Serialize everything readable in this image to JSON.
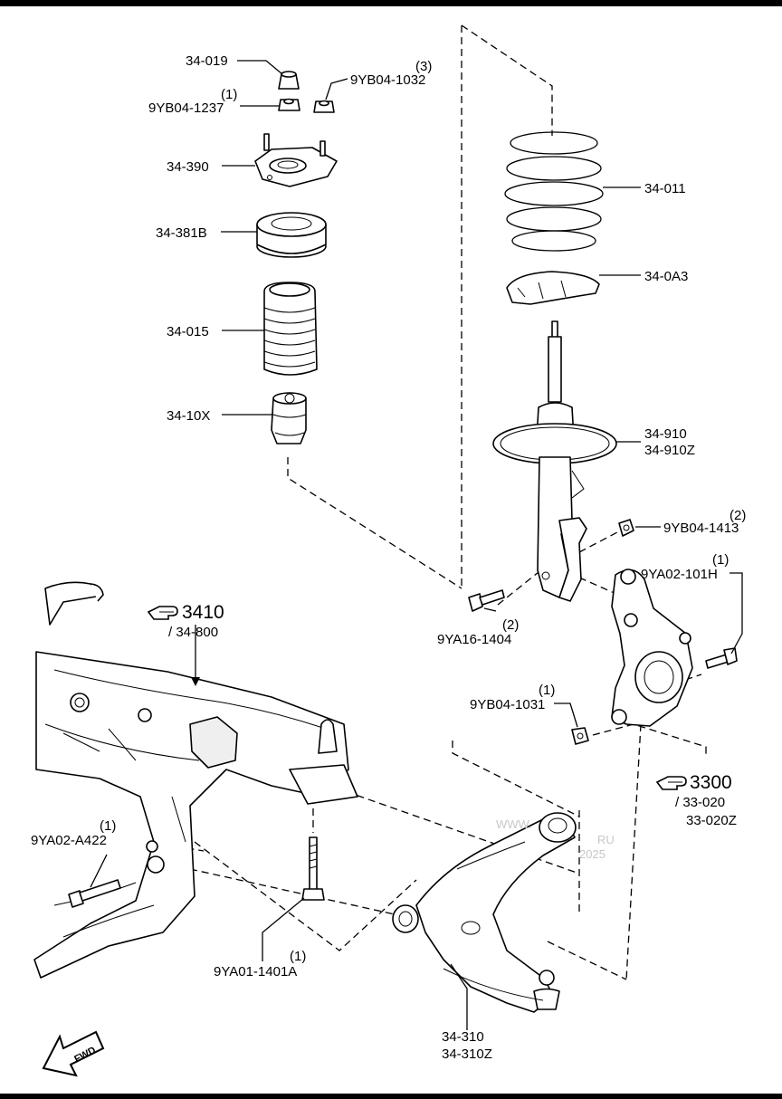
{
  "parts": {
    "p34_019": "34-019",
    "p9yb04_1032_qty": "(3)",
    "p9yb04_1032": "9YB04-1032",
    "p9yb04_1237_qty": "(1)",
    "p9yb04_1237": "9YB04-1237",
    "p34_390": "34-390",
    "p34_381b": "34-381B",
    "p34_015": "34-015",
    "p34_10x": "34-10X",
    "p34_011": "34-011",
    "p34_0a3": "34-0A3",
    "p34_910": "34-910",
    "p34_910z": "34-910Z",
    "p9yb04_1413_qty": "(2)",
    "p9yb04_1413": "9YB04-1413",
    "p9ya02_101h_qty": "(1)",
    "p9ya02_101h": "9YA02-101H",
    "p9ya16_1404_qty": "(2)",
    "p9ya16_1404": "9YA16-1404",
    "p9yb04_1031_qty": "(1)",
    "p9yb04_1031": "9YB04-1031",
    "p9ya02_a422_qty": "(1)",
    "p9ya02_a422": "9YA02-A422",
    "p9ya01_1401a_qty": "(1)",
    "p9ya01_1401a": "9YA01-1401A",
    "p34_310": "34-310",
    "p34_310z": "34-310Z"
  },
  "references": {
    "ref_3410": "3410",
    "ref_3410_sub": "/ 34-800",
    "ref_3300": "3300",
    "ref_3300_sub1": "/ 33-020",
    "ref_3300_sub2": "33-020Z"
  },
  "watermark": {
    "line1": "WWW.",
    "line2": "RU",
    "line3": "2025"
  },
  "fwd_label": "FWD",
  "icons": {
    "pointer": "pointing-hand-icon",
    "fwd": "forward-arrow-icon"
  },
  "colors": {
    "line": "#000000",
    "fill": "#ffffff",
    "shade": "#efefef",
    "watermark": "#c8c8c8"
  }
}
